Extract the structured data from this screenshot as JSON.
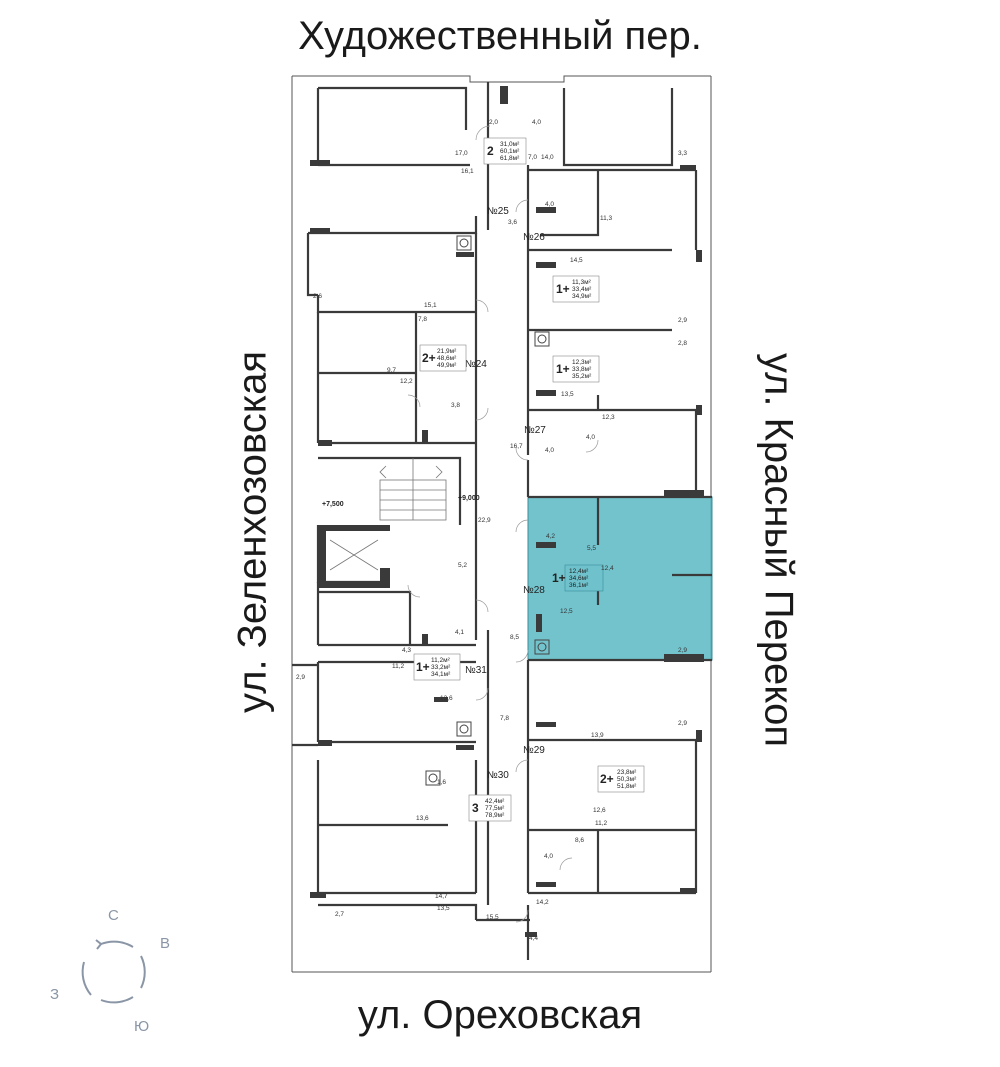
{
  "streets": {
    "top": "Художественный пер.",
    "bottom": "ул. Ореховская",
    "left": "ул. Зеленхозовская",
    "right": "ул. Красный Перекоп"
  },
  "compass": {
    "north": "С",
    "east": "В",
    "south": "Ю",
    "west": "З"
  },
  "highlight_color": "#5bb8c4",
  "levels": {
    "left": "+7,500",
    "center": "+9,000"
  },
  "apartments": [
    {
      "no": "№25",
      "rooms": "2",
      "areas": [
        "31,0м²",
        "60,1м²",
        "61,8м²"
      ]
    },
    {
      "no": "№26",
      "rooms": "1+",
      "areas": [
        "11,3м²",
        "33,4м²",
        "34,9м²"
      ]
    },
    {
      "no": "№24",
      "rooms": "2+",
      "areas": [
        "21,9м²",
        "48,6м²",
        "49,9м²"
      ]
    },
    {
      "no": "№27",
      "rooms": "1+",
      "areas": [
        "12,3м²",
        "33,8м²",
        "35,2м²"
      ]
    },
    {
      "no": "№28",
      "rooms": "1+",
      "areas": [
        "12,4м²",
        "34,6м²",
        "36,1м²"
      ],
      "highlighted": true
    },
    {
      "no": "№31",
      "rooms": "1+",
      "areas": [
        "11,2м²",
        "33,2м²",
        "34,1м²"
      ]
    },
    {
      "no": "№29",
      "rooms": "2+",
      "areas": [
        "23,8м²",
        "50,3м²",
        "51,8м²"
      ]
    },
    {
      "no": "№30",
      "rooms": "3",
      "areas": [
        "42,4м²",
        "77,5м²",
        "78,9м²"
      ]
    }
  ],
  "room_labels": [
    "2,0",
    "4,0",
    "17,0",
    "16,1",
    "7,0",
    "14,0",
    "3,3",
    "4,0",
    "11,3",
    "3,6",
    "14,5",
    "2,6",
    "15,1",
    "7,8",
    "9,7",
    "12,2",
    "3,8",
    "2,9",
    "2,8",
    "13,5",
    "12,3",
    "4,0",
    "16,7",
    "4,0",
    "22,9",
    "4,2",
    "5,5",
    "12,4",
    "5,2",
    "12,5",
    "4,1",
    "8,5",
    "4,3",
    "11,2",
    "2,9",
    "2,9",
    "13,6",
    "7,8",
    "2,9",
    "13,9",
    "1,6",
    "13,6",
    "12,6",
    "11,2",
    "8,6",
    "4,0",
    "14,7",
    "2,7",
    "13,5",
    "15,5",
    "14,2",
    "4,4"
  ]
}
